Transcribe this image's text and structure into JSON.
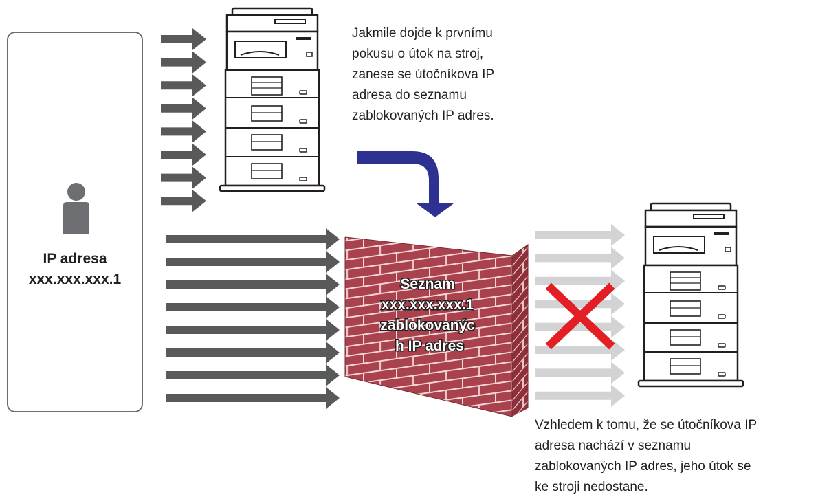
{
  "attacker": {
    "icon": "person-icon",
    "ip_label": "IP adresa",
    "ip_value": "xxx.xxx.xxx.1"
  },
  "step1_text": [
    "Jakmile dojde k prvnímu",
    "pokusu o útok na stroj,",
    "zanese se útočníkova IP",
    "adresa do seznamu",
    "zablokovaných IP adres."
  ],
  "blocklist_wall": {
    "lines": [
      "Seznam",
      "xxx.xxx.xxx.1",
      "zablokovanýc",
      "h IP adres"
    ]
  },
  "step2_text": [
    "Vzhledem k tomu, že se útočníkova IP",
    "adresa nachází v seznamu",
    "zablokovaných IP adres, jeho útok se",
    "ke stroji nedostane."
  ],
  "colors": {
    "attack_arrow": "#58595b",
    "blocked_arrow": "#d1d3d4",
    "flow_arrow": "#2e3192",
    "wall_brick": "#a9424c",
    "wall_mortar": "#f2d6d9",
    "blocked_mark": "#e31e24",
    "frame": "#6d6e71"
  }
}
